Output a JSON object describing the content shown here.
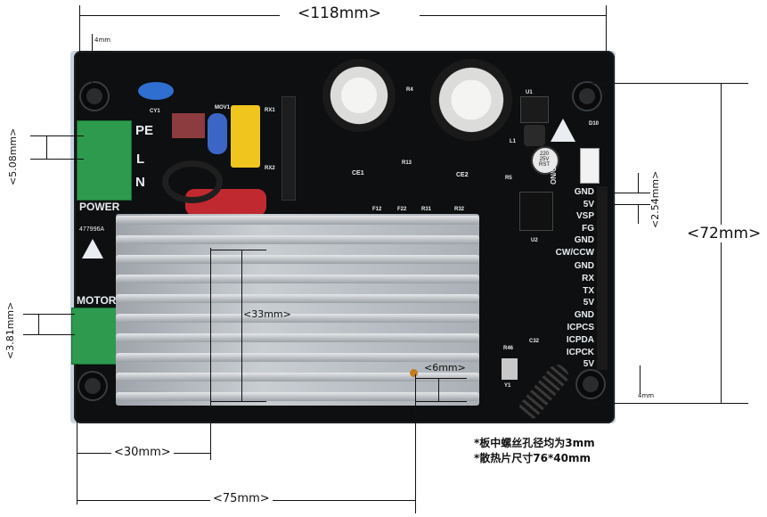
{
  "dimensions": {
    "width_total": "<118mm>",
    "height_total": "<72mm>",
    "edge_offset_top": "4mm",
    "edge_offset_bottom": "4mm",
    "power_pitch": "<5.08mm>",
    "header_pitch": "<2.54mm>",
    "motor_pitch": "<3.81mm>",
    "heatsink_inner": "<33mm>",
    "heatsink_gap": "<6mm>",
    "offset_30": "<30mm>",
    "offset_75": "<75mm>"
  },
  "board_labels": {
    "power": "POWER",
    "motor": "MOTOR",
    "pe": "PE",
    "l": "L",
    "n": "N",
    "on_off": "ON/OFF",
    "serial": "477996A",
    "ce1": "CE1",
    "ce2": "CE2",
    "cy1": "CY1",
    "mov1": "MOV1",
    "rx1": "RX1",
    "rx2": "RX2",
    "r4": "R4",
    "r13": "R13",
    "r5": "R5",
    "u1": "U1",
    "u2": "U2",
    "l1": "L1",
    "d10": "D10",
    "f12": "F12",
    "f22": "F22",
    "r31": "R31",
    "r32": "R32",
    "r46": "R46",
    "c32": "C32",
    "y1": "Y1",
    "inductor": "220\n25V\nRST"
  },
  "header_pins": [
    "GND",
    "5V",
    "VSP",
    "FG",
    "GND",
    "CW/CCW",
    "GND",
    "RX",
    "TX",
    "5V",
    "GND",
    "ICPCS",
    "ICPDA",
    "ICPCK",
    "5V"
  ],
  "notes": [
    "*板中螺丝孔径均为3mm",
    "*散热片尺寸76*40mm"
  ]
}
